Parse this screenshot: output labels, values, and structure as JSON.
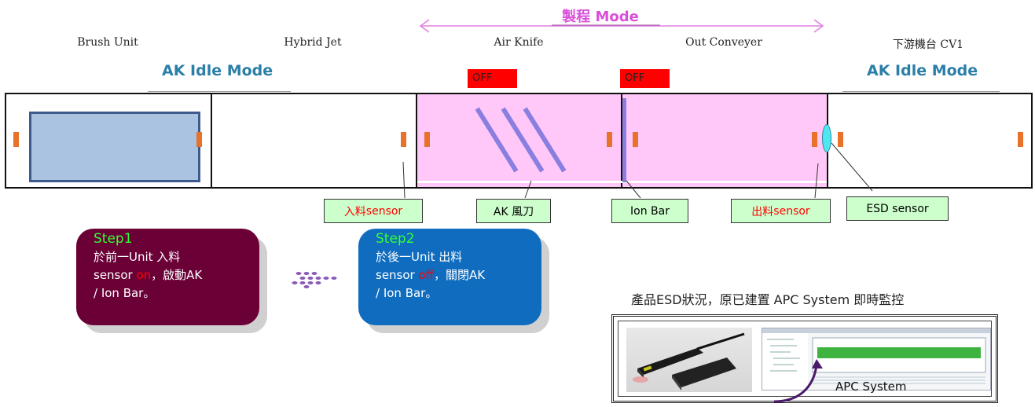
{
  "mode": {
    "title": "製程 Mode"
  },
  "units": [
    {
      "name": "Brush Unit"
    },
    {
      "name": "Hybrid Jet"
    },
    {
      "name": "Air Knife"
    },
    {
      "name": "Out Conveyer"
    },
    {
      "name": "下游機台 CV1"
    }
  ],
  "idle_left": "AK Idle Mode",
  "idle_right": "AK Idle Mode",
  "off_labels": [
    "OFF",
    "OFF"
  ],
  "labels": {
    "in_sensor": {
      "prefix": "入料",
      "suffix": "sensor"
    },
    "ak_knife": "AK 風刀",
    "ion_bar": "Ion Bar",
    "out_sensor": {
      "prefix": "出料",
      "suffix": "sensor"
    },
    "esd_sensor": "ESD sensor"
  },
  "step1": {
    "title": "Step1",
    "line1": "於前一Unit 入料",
    "line2_a": "sensor ",
    "line2_state": "on",
    "line2_b": "，啟動AK",
    "line3": "/ Ion Bar。"
  },
  "step2": {
    "title": "Step2",
    "line1": "於後一Unit 出料",
    "line2_a": "sensor ",
    "line2_state": "off",
    "line2_b": "，關閉AK",
    "line3": "/ Ion Bar。"
  },
  "apc": {
    "caption": "產品ESD狀況，原已建置 APC System 即時監控",
    "system_label": "APC System"
  },
  "colors": {
    "process_pink": "#ffc8f8",
    "step1_bg": "#6b0036",
    "step2_bg": "#0f6cbf",
    "idle_text": "#2a7fa8",
    "mode_text": "#d94fd9",
    "sensor_orange": "#e8722a"
  }
}
